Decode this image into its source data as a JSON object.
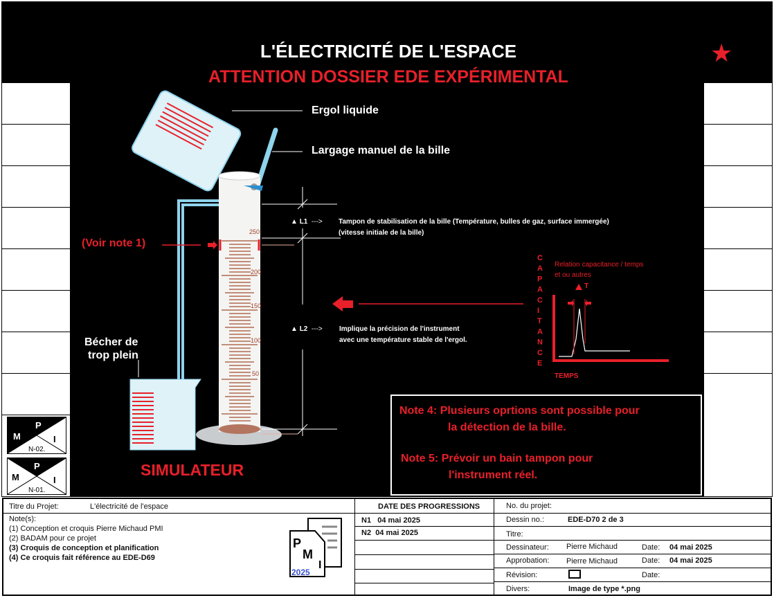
{
  "header": {
    "title": "L'ÉLECTRICITÉ DE L'ESPACE",
    "subtitle": "ATTENTION DOSSIER EDE EXPÉRIMENTAL"
  },
  "labels": {
    "ergol": "Ergol liquide",
    "largage": "Largage manuel de la bille",
    "voir_note": "(Voir note 1)",
    "becher_1": "Bécher de",
    "becher_2": "trop plein",
    "simulateur": "SIMULATEUR",
    "l1": "L1",
    "l2": "L2",
    "arrow": "--->",
    "l1_text_1": "Tampon de stabilisation de la bille  (Température, bulles de gaz, surface immergée)",
    "l1_text_2": "(vitesse initiale de la bille)",
    "l2_text_1": "Implique la précision de l'instrument",
    "l2_text_2": " avec une température stable de l'ergol."
  },
  "cylinder_ticks": [
    "250",
    "200",
    "150",
    "100",
    "50"
  ],
  "graph": {
    "yaxis_letters": [
      "C",
      "A",
      "P",
      "A",
      "C",
      "I",
      "T",
      "A",
      "N",
      "C",
      "E"
    ],
    "xlabel": "TEMPS",
    "title_1": "Relation capacitance / temps",
    "title_2": "et ou autres",
    "delta": "T"
  },
  "notes": {
    "note4_label": "Note 4:",
    "note4_1": "Plusieurs oprtions sont possible pour",
    "note4_2": "la détection de la bille.",
    "note5_label": "Note 5:",
    "note5_1": "Prévoir un bain tampon pour",
    "note5_2": "l'instrument réel."
  },
  "stamps": [
    {
      "m": "M",
      "p": "P",
      "i": "I",
      "code": "N-02."
    },
    {
      "m": "M",
      "p": "P",
      "i": "I",
      "code": "N-01."
    }
  ],
  "titleblock": {
    "projet_label": "Titre du Projet:",
    "projet_value": "L'électricité de l'espace",
    "notes_label": "Note(s):",
    "notes": [
      "(1) Conception et croquis Pierre Michaud PMI",
      "(2) BADAM pour ce projet",
      "(3) Croquis de conception et planification",
      "(4) Ce croquis fait référence au EDE-D69"
    ],
    "logo": {
      "p": "P",
      "m": "M",
      "i": "I",
      "year": "2025"
    },
    "progress_header": "DATE DES PROGRESSIONS",
    "progress": [
      {
        "n": "N1",
        "date": "04 mai 2025"
      },
      {
        "n": "N2",
        "date": "04 mai 2025"
      }
    ],
    "no_projet_label": "No. du projet:",
    "dessin_label": "Dessin no.:",
    "dessin_value": "EDE-D70  2 de 3",
    "titre_label": "Titre:",
    "dessinateur_label": "Dessinateur:",
    "dessinateur_value": "Pierre Michaud",
    "date_label": "Date:",
    "dessinateur_date": "04 mai 2025",
    "approbation_label": "Approbation:",
    "approbation_value": "Pierre Michaud",
    "approbation_date": "04 mai 2025",
    "revision_label": "Révision:",
    "divers_label": "Divers:",
    "divers_value": "Image de type *.png"
  },
  "colors": {
    "accent": "#e8202a",
    "glass": "#dff2f8",
    "pipe": "#8fd3ec"
  }
}
